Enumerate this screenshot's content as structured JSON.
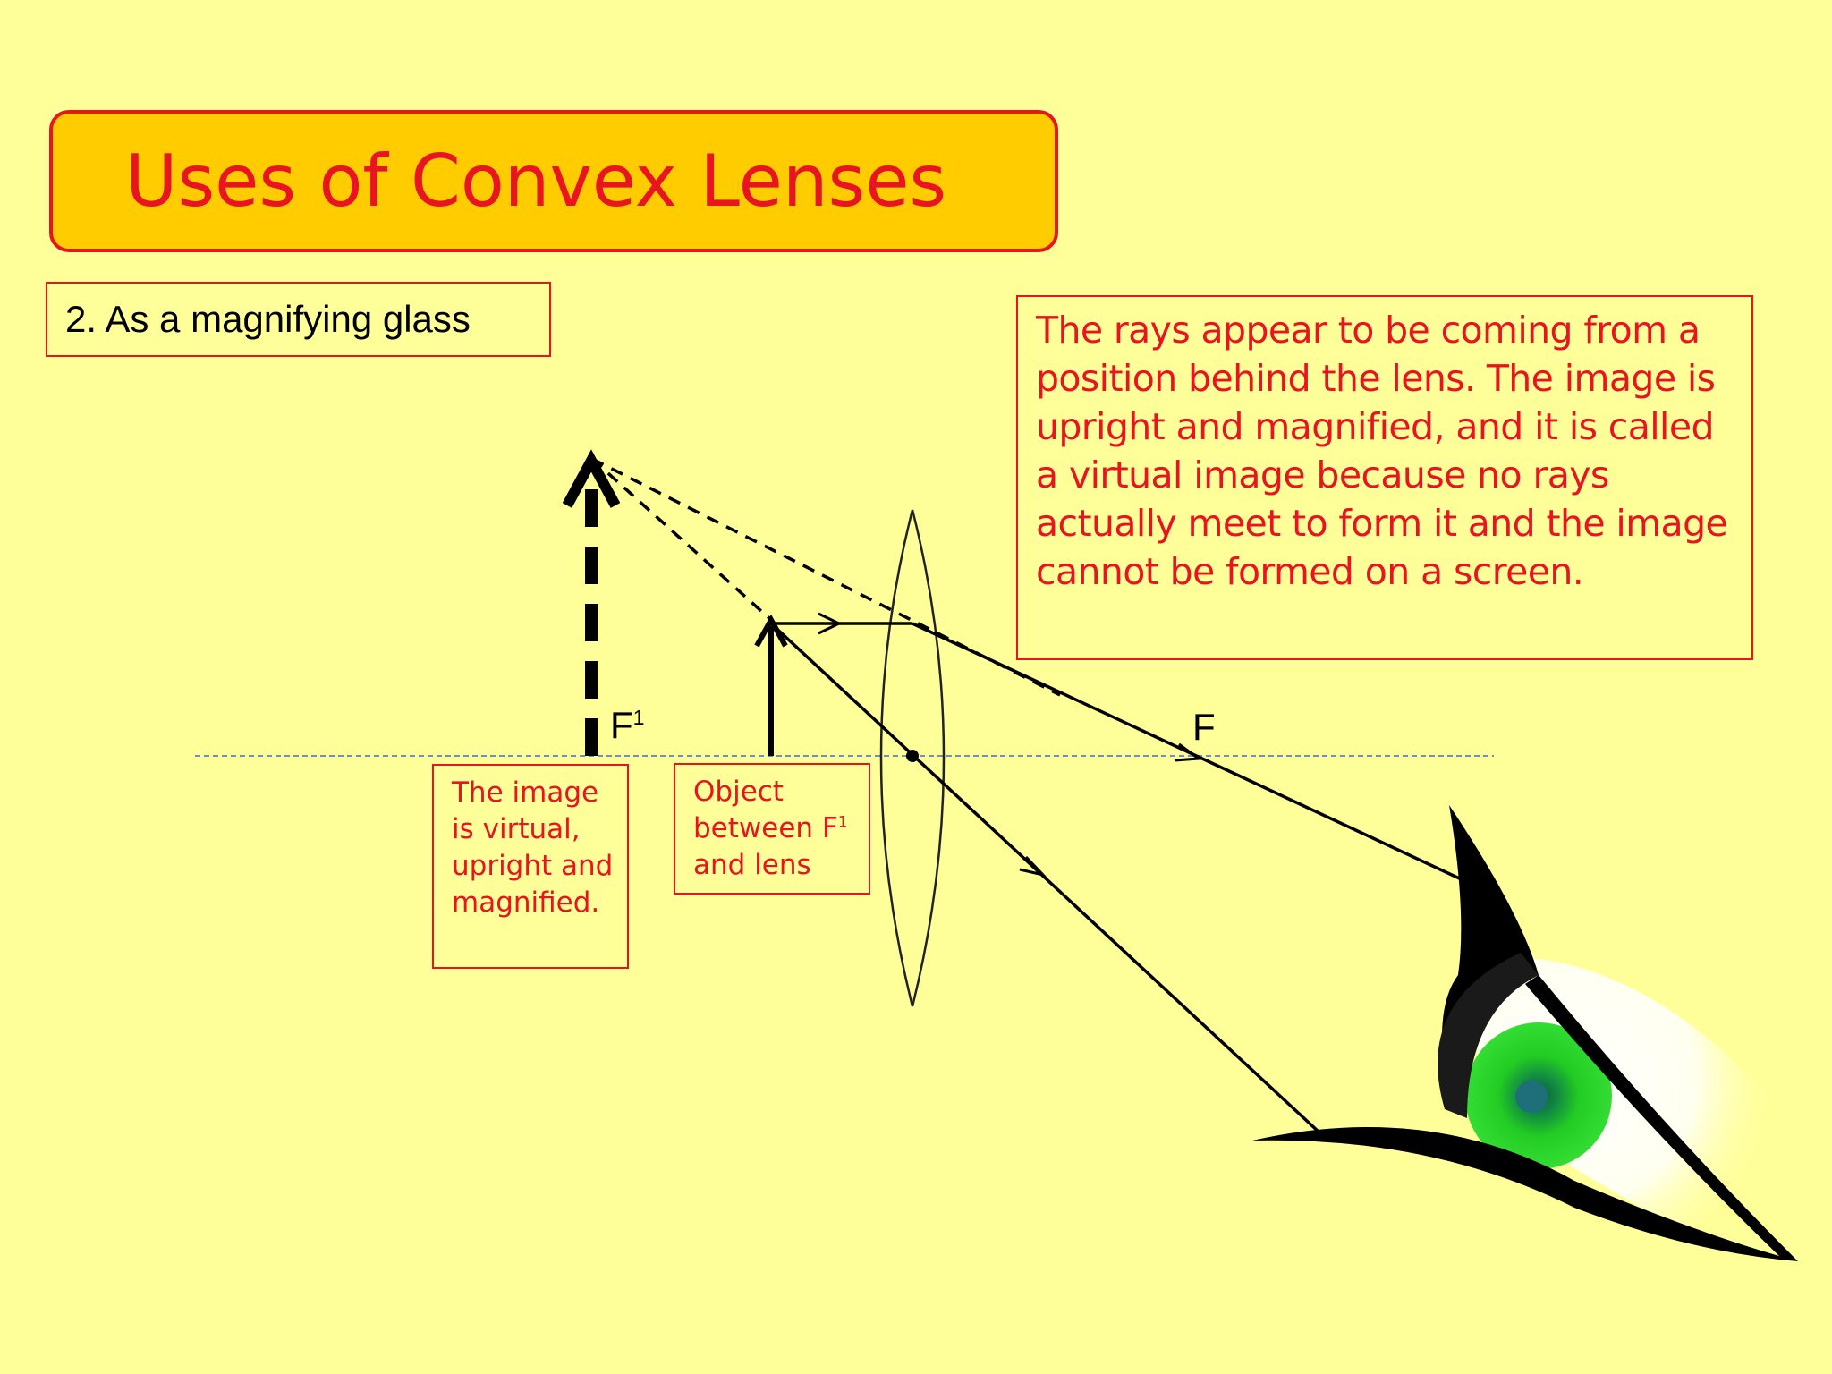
{
  "title": "Uses of Convex Lenses",
  "subtitle": "2. As a magnifying glass",
  "explanation": "The rays appear to be coming from a position behind the lens.  The image is upright and magnified, and it is called a virtual image because no rays actually meet to form it and the image cannot be formed on a screen.",
  "image_note": "The image is virtual, upright and magnified.",
  "object_note_line1": "Object",
  "object_note_line2": "between F",
  "object_note_line3": "and lens",
  "focal_left_label": "F",
  "focal_superscript": "1",
  "focal_right_label": "F",
  "colors": {
    "background": "#ffff99",
    "title_fill": "#ffcc00",
    "accent_red": "#e8141f",
    "axis_blue": "#6f8fc0",
    "eye_iris": "#22cc22"
  }
}
